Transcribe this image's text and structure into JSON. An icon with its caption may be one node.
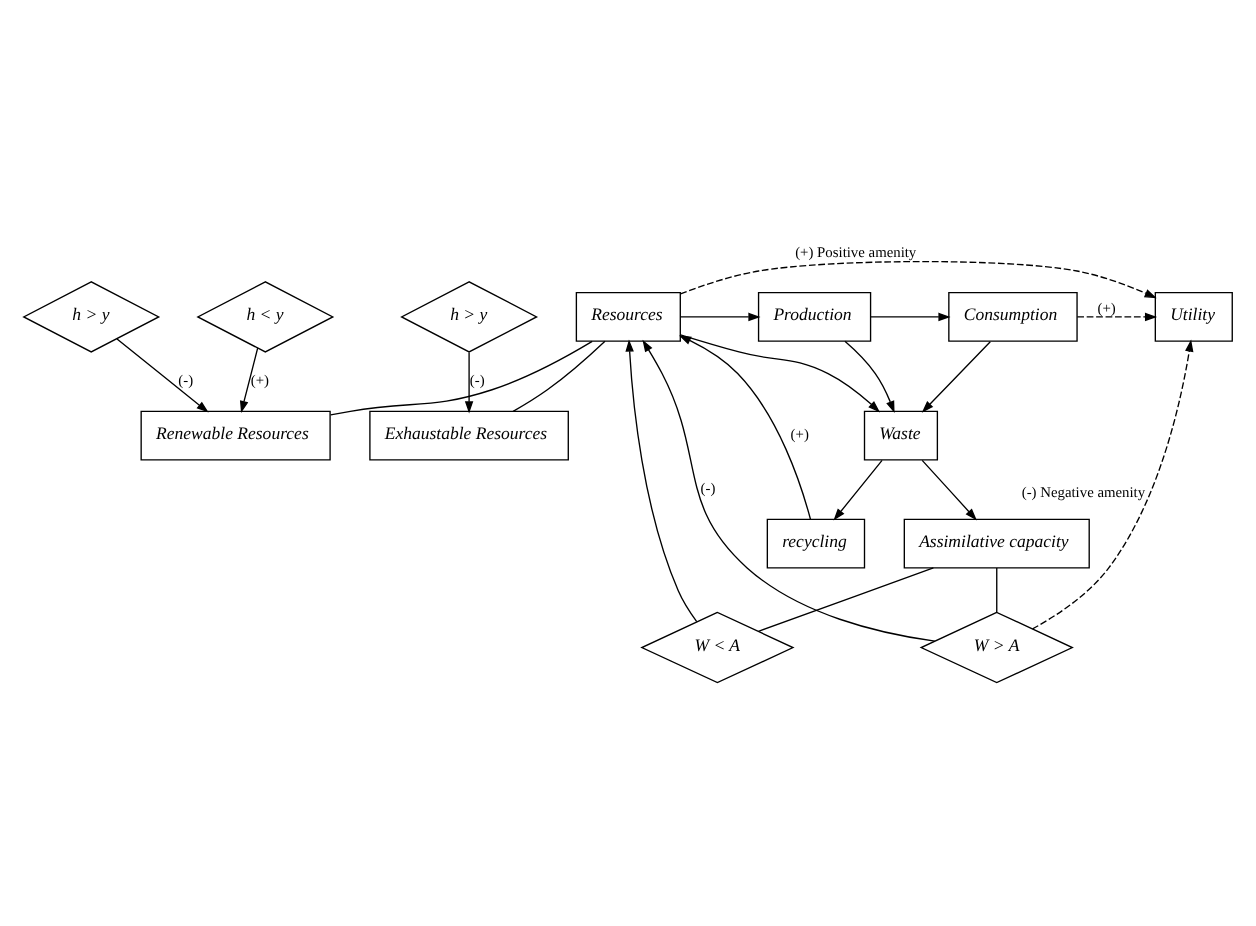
{
  "diagram": {
    "nodes": [
      {
        "text": [
          "Resources"
        ]
      },
      {
        "text": [
          "Production"
        ]
      },
      {
        "text": [
          "Consumption"
        ]
      },
      {
        "text": [
          "Utility"
        ]
      },
      {
        "text": [
          "Exhaustable Resources"
        ]
      },
      {
        "text": [
          "Renewable Resources"
        ]
      },
      {
        "text": [
          "h > y"
        ]
      },
      {
        "text": [
          "h > y"
        ]
      },
      {
        "text": [
          "h < y"
        ]
      },
      {
        "text": [
          "Waste"
        ]
      },
      {
        "text": [
          "recycling"
        ]
      },
      {
        "text": [
          "Assimilative capacity"
        ]
      },
      {
        "text": [
          "W < A"
        ]
      },
      {
        "text": [
          "W > A"
        ]
      }
    ],
    "edges": [
      {
        "from": 0,
        "to": 1,
        "arrow": "to"
      },
      {
        "from": 1,
        "to": 2,
        "arrow": "to"
      },
      {
        "from": 2,
        "to": 3,
        "arrow": "to",
        "label": "(+)",
        "style": "dashed"
      },
      {
        "from": 0,
        "to": 3,
        "arrow": "to",
        "label": "(+) Positive amenity",
        "style": "dashed"
      },
      {
        "from": 0,
        "to": 4,
        "arrow": "none"
      },
      {
        "from": 0,
        "to": 5,
        "arrow": "none"
      },
      {
        "from": 6,
        "to": 4,
        "arrow": "to",
        "label": "(-)"
      },
      {
        "from": 7,
        "to": 5,
        "arrow": "to",
        "label": "(-)"
      },
      {
        "from": 8,
        "to": 5,
        "arrow": "to",
        "label": "(+)"
      },
      {
        "from": 0,
        "to": 9,
        "arrow": "to"
      },
      {
        "from": 1,
        "to": 9,
        "arrow": "to"
      },
      {
        "from": 2,
        "to": 9,
        "arrow": "to"
      },
      {
        "from": 9,
        "to": 10,
        "arrow": "to"
      },
      {
        "from": 9,
        "to": 11,
        "arrow": "to"
      },
      {
        "from": 10,
        "to": 0,
        "arrow": "to",
        "label": "(+)"
      },
      {
        "from": 12,
        "to": 0,
        "arrow": "to"
      },
      {
        "from": 13,
        "to": 0,
        "arrow": "to",
        "label": "(-)"
      },
      {
        "from": 11,
        "to": 12,
        "arrow": "none"
      },
      {
        "from": 11,
        "to": 13,
        "arrow": "none"
      },
      {
        "from": 13,
        "to": 3,
        "arrow": "to",
        "label": "(-) Negative amenity",
        "style": "dashed"
      }
    ]
  }
}
